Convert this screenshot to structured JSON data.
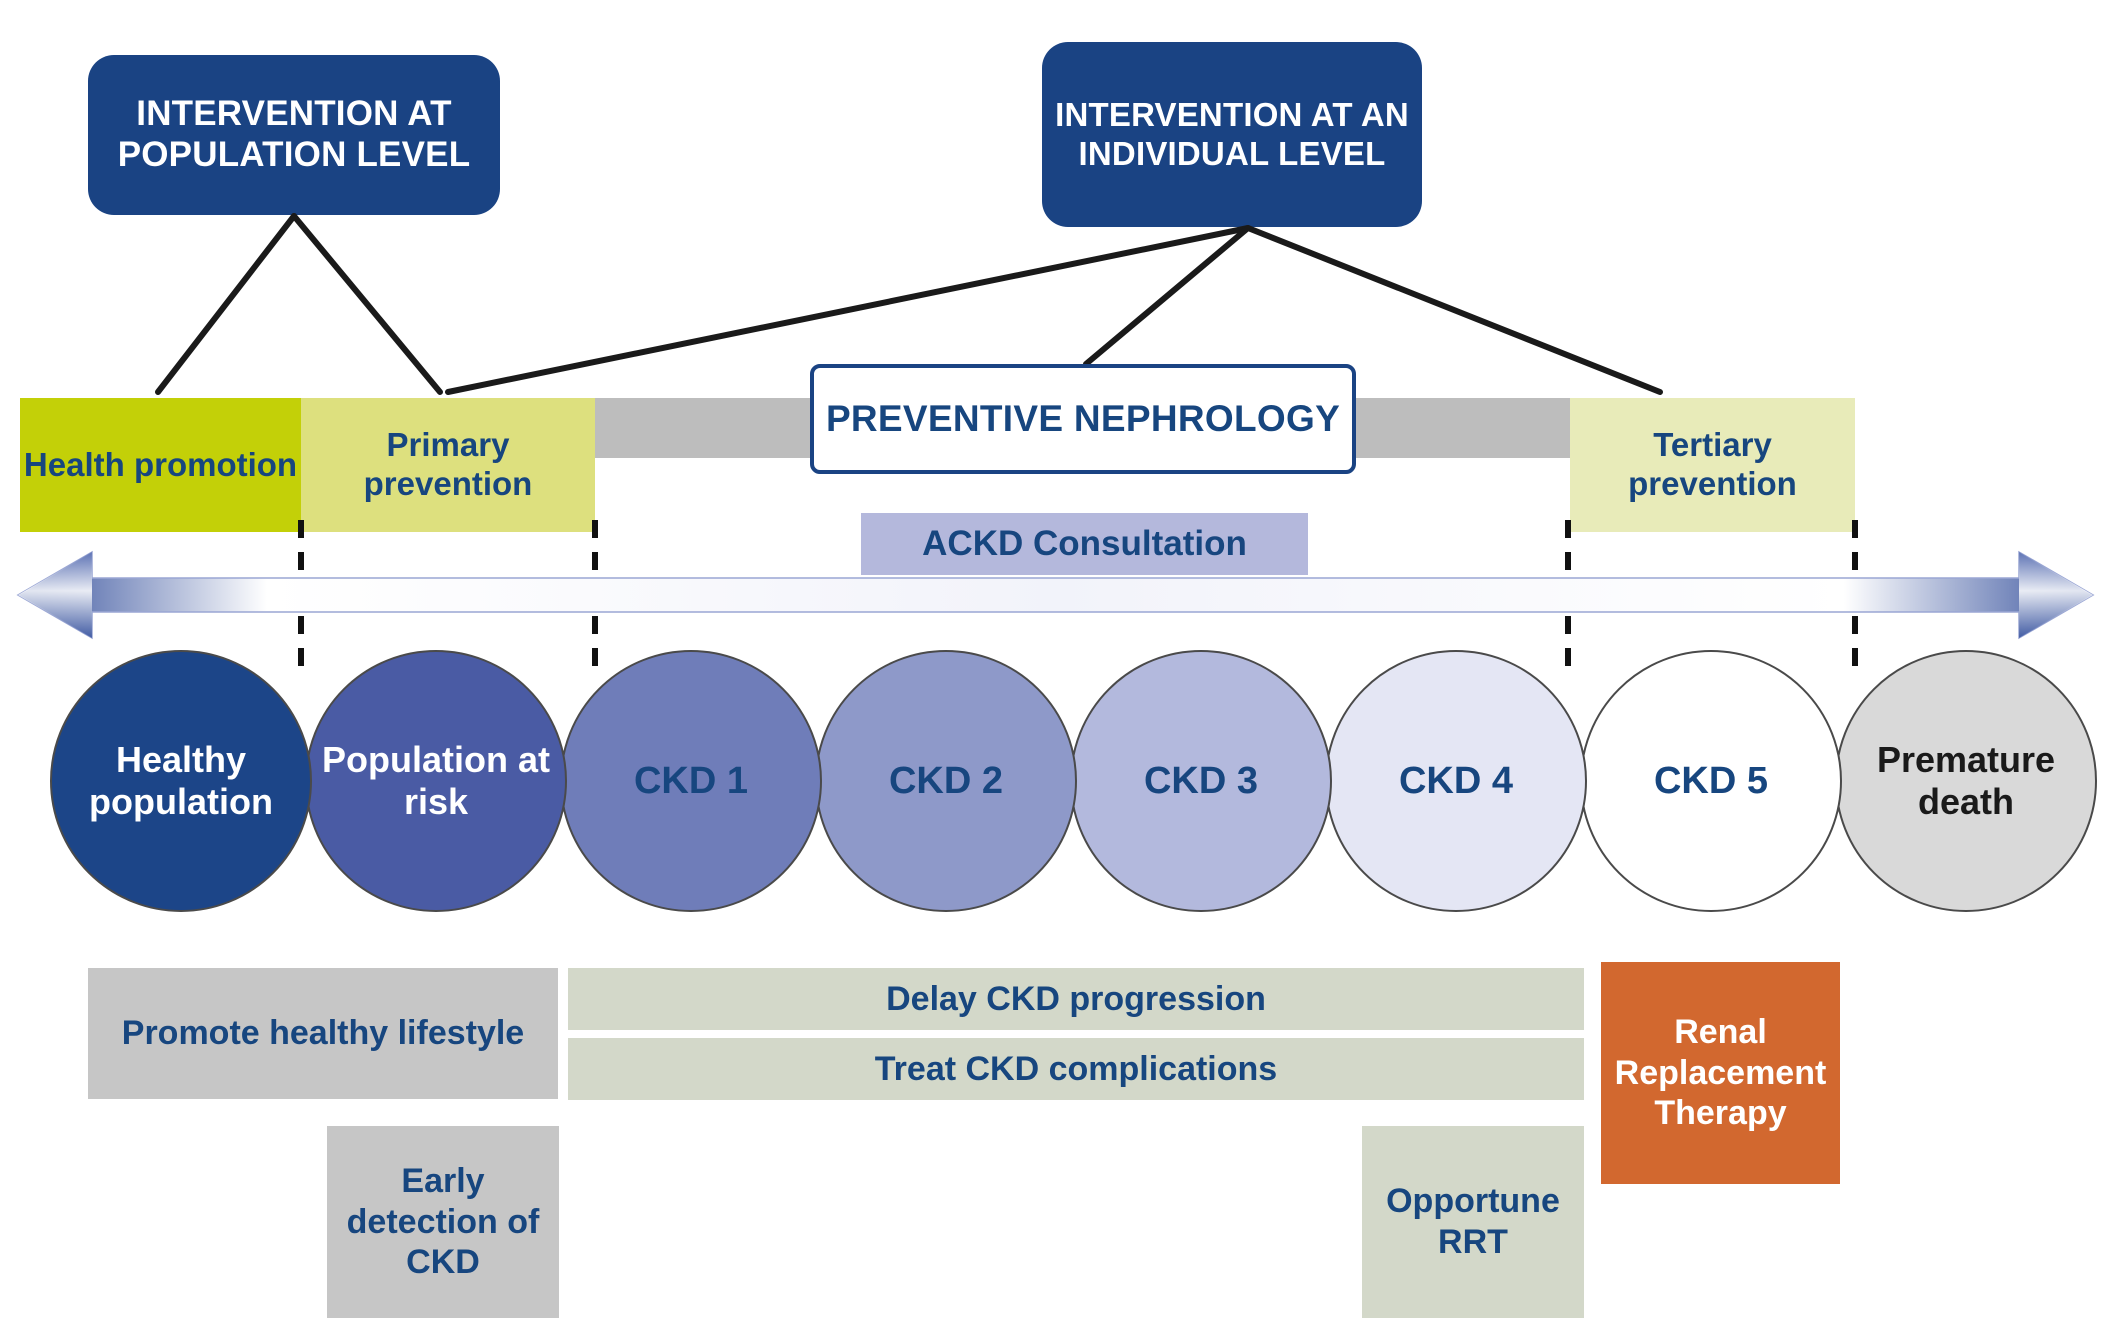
{
  "header": {
    "population_box": "INTERVENTION AT POPULATION LEVEL",
    "individual_box": "INTERVENTION AT AN INDIVIDUAL LEVEL"
  },
  "prevention_band": {
    "health_promotion": "Health promotion",
    "primary_prevention": "Primary prevention",
    "tertiary_prevention": "Tertiary prevention",
    "preventive_nephrology": "PREVENTIVE NEPHROLOGY",
    "ackd_consultation": "ACKD Consultation"
  },
  "stages": [
    {
      "label": "Healthy population",
      "fill": "#1c4588",
      "text": "#ffffff"
    },
    {
      "label": "Population at risk",
      "fill": "#4a5ba4",
      "text": "#ffffff"
    },
    {
      "label": "CKD  1",
      "fill": "#6f7db9",
      "text": "#17467f"
    },
    {
      "label": "CKD  2",
      "fill": "#8e99c9",
      "text": "#17467f"
    },
    {
      "label": "CKD  3",
      "fill": "#b3b9dd",
      "text": "#17467f"
    },
    {
      "label": "CKD  4",
      "fill": "#e4e6f4",
      "text": "#17467f"
    },
    {
      "label": "CKD  5",
      "fill": "#ffffff",
      "text": "#17467f"
    },
    {
      "label": "Premature death",
      "fill": "#d9d9d9",
      "text": "#1a1a1a"
    }
  ],
  "actions": {
    "promote_healthy_lifestyle": "Promote healthy lifestyle",
    "delay_ckd_progression": "Delay CKD progression",
    "treat_ckd_complications": "Treat CKD complications",
    "early_detection_of_ckd": "Early detection of CKD",
    "opportune_rrt": "Opportune RRT",
    "renal_replacement_therapy": "Renal Replacement Therapy"
  },
  "colors": {
    "brand_blue": "#1a4383",
    "text_blue": "#17467f",
    "health_green": "#c3d008",
    "primary_green": "#dde07e",
    "tertiary_green": "#e8ebb9",
    "gray_band": "#bdbdbd",
    "ackd_lavender": "#b4b8dc",
    "action_gray": "#c6c6c6",
    "action_sage": "#d3d8c9",
    "rrt_orange": "#d2682f"
  }
}
